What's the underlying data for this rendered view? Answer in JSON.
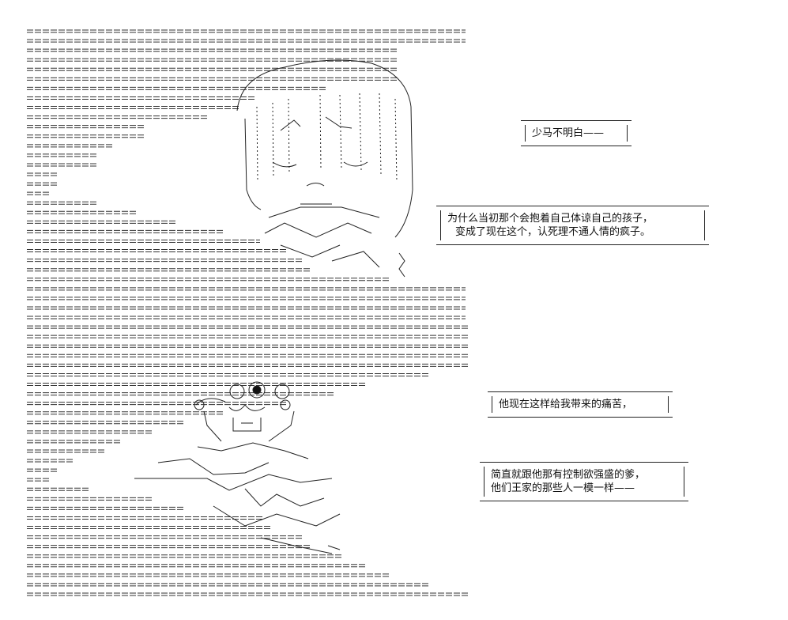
{
  "captions": [
    {
      "id": "cap1",
      "lines": [
        "少马不明白——"
      ]
    },
    {
      "id": "cap2",
      "lines": [
        "为什么当初那个会抱着自己体谅自己的孩子，",
        "变成了现在这个，认死理不通人情的疯子。"
      ]
    },
    {
      "id": "cap3",
      "lines": [
        "他现在这样给我带来的痛苦，"
      ]
    },
    {
      "id": "cap4",
      "lines": [
        "简直就跟他那有控制欲强盛的爹，",
        "他们王家的那些人一模一样——"
      ]
    }
  ],
  "colors": {
    "ink": "#111111",
    "background": "#ffffff"
  }
}
